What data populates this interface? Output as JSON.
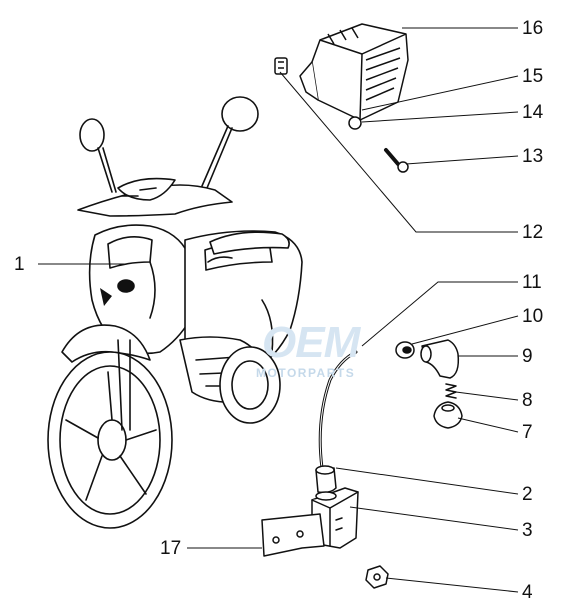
{
  "watermark": {
    "logo": "OEM",
    "text": "MOTORPARTS"
  },
  "callouts": [
    {
      "id": "1",
      "label": "1",
      "part": "scooter"
    },
    {
      "id": "2",
      "label": "2",
      "part": "spark-plug-cap-lower"
    },
    {
      "id": "3",
      "label": "3",
      "part": "ignition-coil"
    },
    {
      "id": "4",
      "label": "4",
      "part": "nut"
    },
    {
      "id": "7",
      "label": "7",
      "part": "rubber-cap"
    },
    {
      "id": "8",
      "label": "8",
      "part": "spring"
    },
    {
      "id": "9",
      "label": "9",
      "part": "spark-plug-cap"
    },
    {
      "id": "10",
      "label": "10",
      "part": "suppressor"
    },
    {
      "id": "11",
      "label": "11",
      "part": "ht-lead"
    },
    {
      "id": "12",
      "label": "12",
      "part": "clip"
    },
    {
      "id": "13",
      "label": "13",
      "part": "bolt"
    },
    {
      "id": "14",
      "label": "14",
      "part": "washer"
    },
    {
      "id": "15",
      "label": "15",
      "part": "connector"
    },
    {
      "id": "16",
      "label": "16",
      "part": "voltage-regulator"
    },
    {
      "id": "17",
      "label": "17",
      "part": "bracket"
    }
  ]
}
